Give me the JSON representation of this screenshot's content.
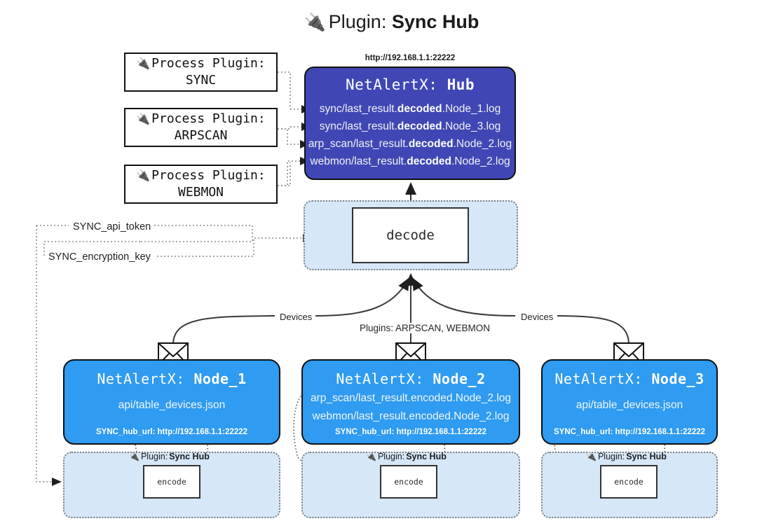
{
  "title": {
    "icon": "plug-icon",
    "prefix": "Plugin:",
    "name": "Sync Hub"
  },
  "process_plugins": [
    {
      "icon": "plug-icon",
      "line1": "Process Plugin:",
      "line2": "SYNC"
    },
    {
      "icon": "plug-icon",
      "line1": "Process Plugin:",
      "line2": "ARPSCAN"
    },
    {
      "icon": "plug-icon",
      "line1": "Process Plugin:",
      "line2": "WEBMON"
    }
  ],
  "hub": {
    "url": "http://192.168.1.1:22222",
    "title_prefix": "NetAlertX:",
    "title_name": "Hub",
    "lines": [
      {
        "pre": "sync/last_result.",
        "mid": "decoded",
        "post": ".Node_1.log"
      },
      {
        "pre": "sync/last_result.",
        "mid": "decoded",
        "post": ".Node_3.log"
      },
      {
        "pre": "arp_scan/last_result.",
        "mid": "decoded",
        "post": ".Node_2.log"
      },
      {
        "pre": "webmon/last_result.",
        "mid": "decoded",
        "post": ".Node_2.log"
      }
    ]
  },
  "decode": {
    "label": "decode"
  },
  "secrets": {
    "api_token": "SYNC_api_token",
    "encryption_key": "SYNC_encryption_key"
  },
  "edges": {
    "devices_left": "Devices",
    "devices_right": "Devices",
    "plugins_center": "Plugins: ARPSCAN, WEBMON"
  },
  "nodes": [
    {
      "title_prefix": "NetAlertX:",
      "title_name": "Node_1",
      "lines": [
        "api/table_devices.json"
      ],
      "hub_url": "SYNC_hub_url: http://192.168.1.1:22222",
      "mail_icon": "envelope-icon"
    },
    {
      "title_prefix": "NetAlertX:",
      "title_name": "Node_2",
      "lines": [
        "arp_scan/last_result.encoded.Node_2.log",
        "webmon/last_result.encoded.Node_2.log"
      ],
      "hub_url": "SYNC_hub_url: http://192.168.1.1:22222",
      "mail_icon": "envelope-icon"
    },
    {
      "title_prefix": "NetAlertX:",
      "title_name": "Node_3",
      "lines": [
        "api/table_devices.json"
      ],
      "hub_url": "SYNC_hub_url: http://192.168.1.1:22222",
      "mail_icon": "envelope-icon"
    }
  ],
  "encoders": [
    {
      "plugin_prefix": "Plugin:",
      "plugin_name": "Sync Hub",
      "box_label": "encode",
      "icon": "plug-icon"
    },
    {
      "plugin_prefix": "Plugin:",
      "plugin_name": "Sync Hub",
      "box_label": "encode",
      "icon": "plug-icon"
    },
    {
      "plugin_prefix": "Plugin:",
      "plugin_name": "Sync Hub",
      "box_label": "encode",
      "icon": "plug-icon"
    }
  ],
  "colors": {
    "hub_fill": "#4047b5",
    "node_fill": "#2f9bf1",
    "container_fill": "#d6e7f8",
    "stroke": "#111111",
    "dotted_stroke": "#7f7f7f"
  }
}
